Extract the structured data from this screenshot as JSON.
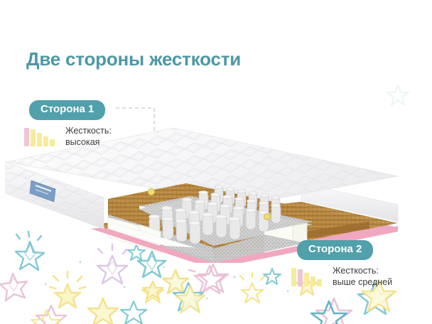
{
  "page": {
    "title": "Две стороны жесткости",
    "title_color": "#4d98a6",
    "background_color": "#ffffff"
  },
  "sides": [
    {
      "badge_label": "Сторона 1",
      "badge_color": "#52a0ab",
      "hardness_label": "Жесткость:",
      "hardness_value": "высокая",
      "marker_icon": "hardness-bars-icon",
      "bars": [
        {
          "height": 26,
          "color": "#f0c5d4"
        },
        {
          "height": 24,
          "color": "#f7eb9a"
        },
        {
          "height": 19,
          "color": "#f7eb9a"
        },
        {
          "height": 14,
          "color": "#f7eb9a"
        },
        {
          "height": 10,
          "color": "#f7eb9a"
        }
      ],
      "highlight_index": 0
    },
    {
      "badge_label": "Сторона 2",
      "badge_color": "#52a0ab",
      "hardness_label": "Жесткость:",
      "hardness_value": "выше средней",
      "marker_icon": "hardness-bars-icon",
      "bars": [
        {
          "height": 26,
          "color": "#f7eb9a"
        },
        {
          "height": 24,
          "color": "#f0c5d4"
        },
        {
          "height": 19,
          "color": "#f7eb9a"
        },
        {
          "height": 14,
          "color": "#f7eb9a"
        },
        {
          "height": 10,
          "color": "#f7eb9a"
        }
      ],
      "highlight_index": 1
    }
  ],
  "illustration": {
    "name": "mattress-cutaway-illustration",
    "marker_dot_color": "#ecdc6e",
    "layers": [
      {
        "name": "quilted-cover",
        "color": "#f7f7f7"
      },
      {
        "name": "coconut-coir",
        "color": "#b98a48"
      },
      {
        "name": "felt-layer",
        "color": "#c9c9c9"
      },
      {
        "name": "independent-spring-block",
        "color": "#e2e2e2"
      },
      {
        "name": "foam-frame",
        "color": "#fbfbf7"
      },
      {
        "name": "bottom-coir",
        "color": "#b98a48"
      },
      {
        "name": "pink-edge-tape",
        "color": "#f0a8c0"
      }
    ],
    "brand_tag_color": "#7d9ec4"
  },
  "decor": {
    "star_colors": [
      "#7cc7d1",
      "#f6e98e",
      "#e9c6dd",
      "#c9b6e0"
    ]
  }
}
